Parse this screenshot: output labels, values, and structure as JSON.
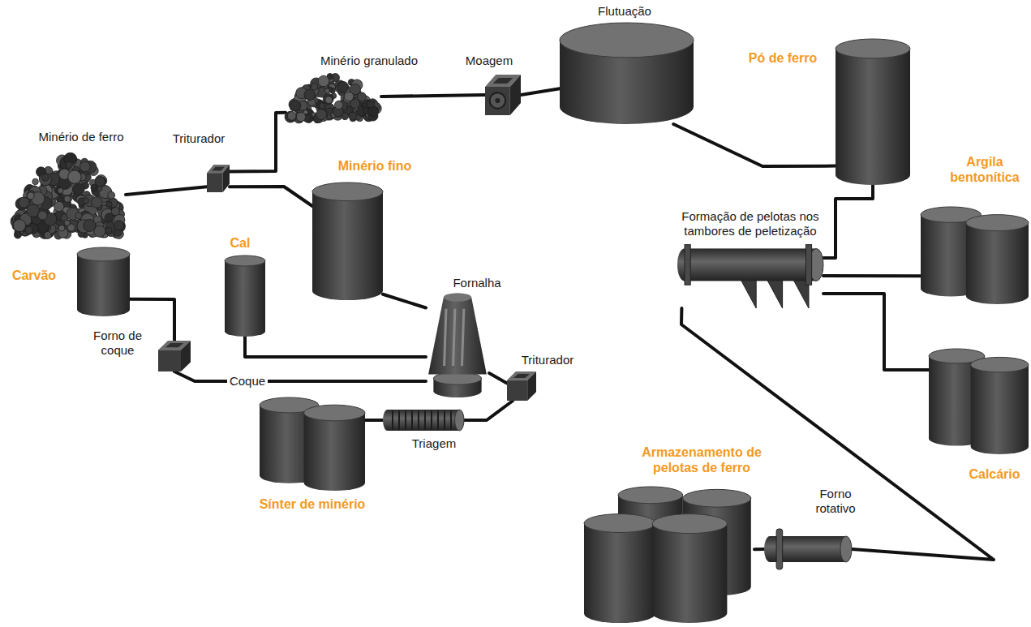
{
  "diagram": {
    "nodes": [
      {
        "text": [
          "Minério de ferro"
        ]
      },
      {
        "text": [
          "Triturador"
        ]
      },
      {
        "text": [
          "Minério granulado"
        ]
      },
      {
        "text": [
          "Moagem"
        ]
      },
      {
        "text": [
          "Flutuação"
        ]
      },
      {
        "text": [
          "Pó de ferro"
        ]
      },
      {
        "text": [
          "Minério fino"
        ]
      },
      {
        "text": [
          "Carvão"
        ]
      },
      {
        "text": [
          "Cal"
        ]
      },
      {
        "text": [
          "Forno de coque"
        ]
      },
      {
        "text": [
          "Fornalha"
        ]
      },
      {
        "text": [
          "Triturador"
        ]
      },
      {
        "text": [
          "Triagem"
        ]
      },
      {
        "text": [
          "Sínter de minério"
        ]
      },
      {
        "text": [
          "Argila bentonítica"
        ]
      },
      {
        "text": [
          "Formação de pelotas nos tambores de peletização"
        ]
      },
      {
        "text": [
          "Calcário"
        ]
      },
      {
        "text": [
          "Armazenamento de pelotas de ferro"
        ]
      },
      {
        "text": [
          "Forno rotativo"
        ]
      }
    ],
    "edges": [
      {
        "from": 0,
        "to": 1,
        "arrow": "none"
      },
      {
        "from": 1,
        "to": 2,
        "arrow": "none"
      },
      {
        "from": 1,
        "to": 6,
        "arrow": "none"
      },
      {
        "from": 2,
        "to": 3,
        "arrow": "none"
      },
      {
        "from": 3,
        "to": 4,
        "arrow": "none"
      },
      {
        "from": 4,
        "to": 5,
        "arrow": "none"
      },
      {
        "from": 5,
        "to": 15,
        "arrow": "none"
      },
      {
        "from": 14,
        "to": 15,
        "arrow": "none"
      },
      {
        "from": 16,
        "to": 15,
        "arrow": "none"
      },
      {
        "from": 15,
        "to": 18,
        "arrow": "none"
      },
      {
        "from": 18,
        "to": 17,
        "arrow": "none"
      },
      {
        "from": 6,
        "to": 10,
        "arrow": "none"
      },
      {
        "from": 8,
        "to": 10,
        "arrow": "none"
      },
      {
        "from": 7,
        "to": 9,
        "arrow": "none"
      },
      {
        "from": 9,
        "to": 10,
        "label": "Coque",
        "arrow": "none"
      },
      {
        "from": 10,
        "to": 11,
        "arrow": "none"
      },
      {
        "from": 11,
        "to": 12,
        "arrow": "none"
      },
      {
        "from": 12,
        "to": 13,
        "arrow": "none"
      }
    ]
  }
}
